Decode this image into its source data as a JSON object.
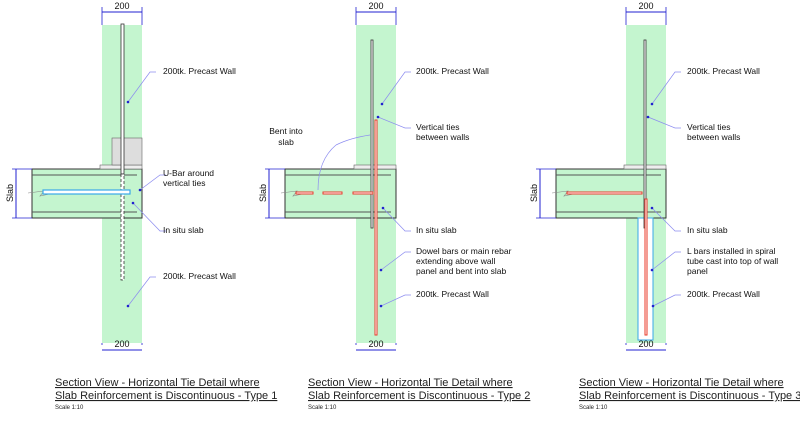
{
  "colors": {
    "concrete": "#c4f5cf",
    "dimension": "#2020d0",
    "leader": "#8c8cf0",
    "rebar_red": "#e83a2a",
    "ubar_blue": "#3aa8e8",
    "outline": "#333333"
  },
  "details": [
    {
      "dim_top": "200",
      "dim_bottom": "200",
      "slab_label": "Slab",
      "labels": [
        {
          "lines": [
            "200tk. Precast Wall"
          ]
        },
        {
          "lines": [
            "U-Bar around",
            "vertical ties"
          ]
        },
        {
          "lines": [
            "In situ slab"
          ]
        },
        {
          "lines": [
            "200tk. Precast Wall"
          ]
        }
      ],
      "title_line1": "Section View - Horizontal Tie Detail where",
      "title_line2": "Slab Reinforcement is Discontinuous - Type 1",
      "scale": "Scale 1:10"
    },
    {
      "dim_top": "200",
      "dim_bottom": "200",
      "slab_label": "Slab",
      "labels": [
        {
          "lines": [
            "200tk. Precast Wall"
          ]
        },
        {
          "lines": [
            "Vertical ties",
            "between walls"
          ]
        },
        {
          "lines": [
            "In situ slab"
          ]
        },
        {
          "lines": [
            "Dowel bars or main rebar",
            "extending above wall",
            "panel and bent into slab"
          ]
        },
        {
          "lines": [
            "200tk. Precast Wall"
          ]
        },
        {
          "lines": [
            "Bent into",
            "slab"
          ]
        }
      ],
      "title_line1": "Section View - Horizontal Tie Detail where",
      "title_line2": "Slab Reinforcement is Discontinuous - Type 2",
      "scale": "Scale 1:10"
    },
    {
      "dim_top": "200",
      "dim_bottom": "200",
      "slab_label": "Slab",
      "labels": [
        {
          "lines": [
            "200tk. Precast Wall"
          ]
        },
        {
          "lines": [
            "Vertical ties",
            "between walls"
          ]
        },
        {
          "lines": [
            "In situ slab"
          ]
        },
        {
          "lines": [
            "L bars installed in spiral",
            "tube cast into top of wall",
            "panel"
          ]
        },
        {
          "lines": [
            "200tk. Precast Wall"
          ]
        }
      ],
      "title_line1": "Section View - Horizontal Tie Detail where",
      "title_line2": "Slab Reinforcement is Discontinuous - Type 3",
      "scale": "Scale 1:10"
    }
  ]
}
